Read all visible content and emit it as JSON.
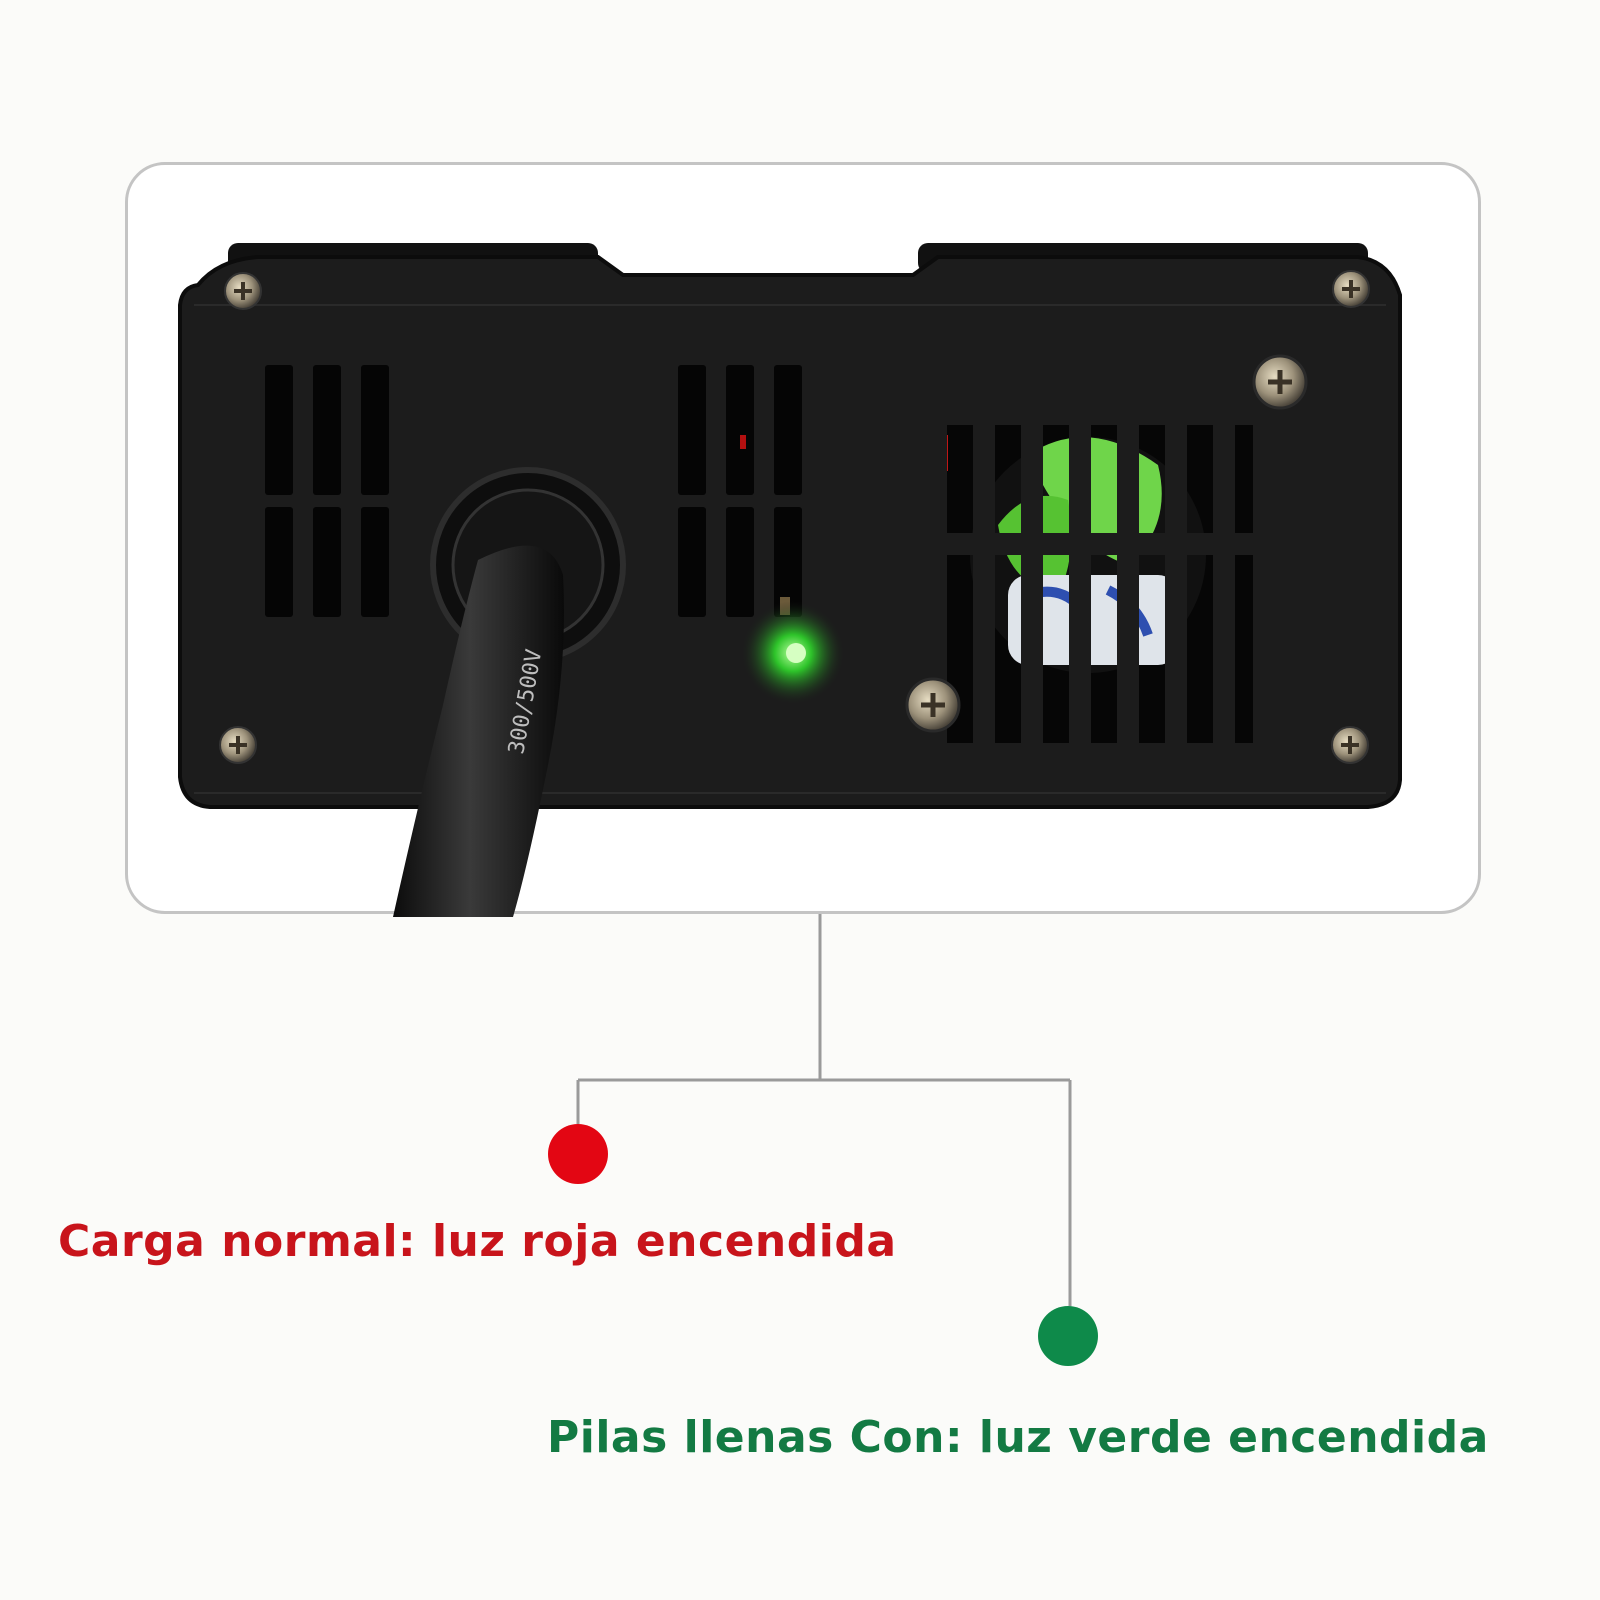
{
  "colors": {
    "red_indicator": "#e30613",
    "green_indicator": "#0e8a4a",
    "red_text": "#c8141b",
    "green_text": "#137a43",
    "device_body": "#1c1c1c",
    "connector_line": "#9a9a9a"
  },
  "indicators": [
    {
      "color": "red",
      "label": "Carga normal: luz roja encendida"
    },
    {
      "color": "green",
      "label": "Pilas llenas Con: luz verde encendida"
    }
  ],
  "cable_print": "300/500V",
  "icons": [
    "screw-icon",
    "fan-icon",
    "led-icon",
    "cable-icon",
    "vent-icon"
  ]
}
